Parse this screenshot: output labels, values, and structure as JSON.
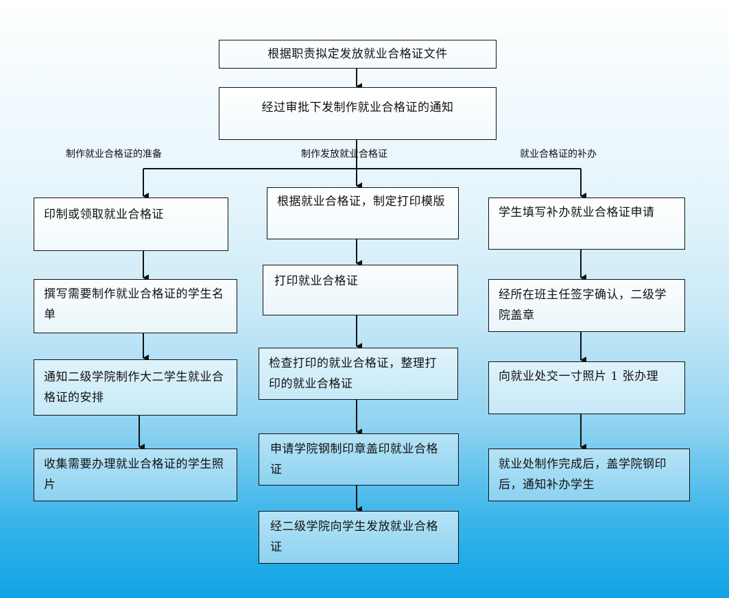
{
  "title_box": "根据职责拟定发放就业合格证文件",
  "notice_box": "经过审批下发制作就业合格证的通知",
  "branches": [
    {
      "label": "制作就业合格证的准备",
      "steps": [
        "印制或领取就业合格证",
        "撰写需要制作就业合格证的学生名单",
        "通知二级学院制作大二学生就业合格证的安排",
        "收集需要办理就业合格证的学生照片"
      ]
    },
    {
      "label": "制作发放就业合格证",
      "steps": [
        "根据就业合格证，制定打印模版",
        "打印就业合格证",
        "检查打印的就业合格证，整理打印的就业合格证",
        "申请学院钢制印章盖印就业合格证",
        "经二级学院向学生发放就业合格证"
      ]
    },
    {
      "label": "就业合格证的补办",
      "steps": [
        "学生填写补办就业合格证申请",
        "经所在班主任签字确认，二级学院盖章",
        "向就业处交一寸照片 1 张办理",
        "就业处制作完成后，盖学院钢印后，通知补办学生"
      ]
    }
  ]
}
